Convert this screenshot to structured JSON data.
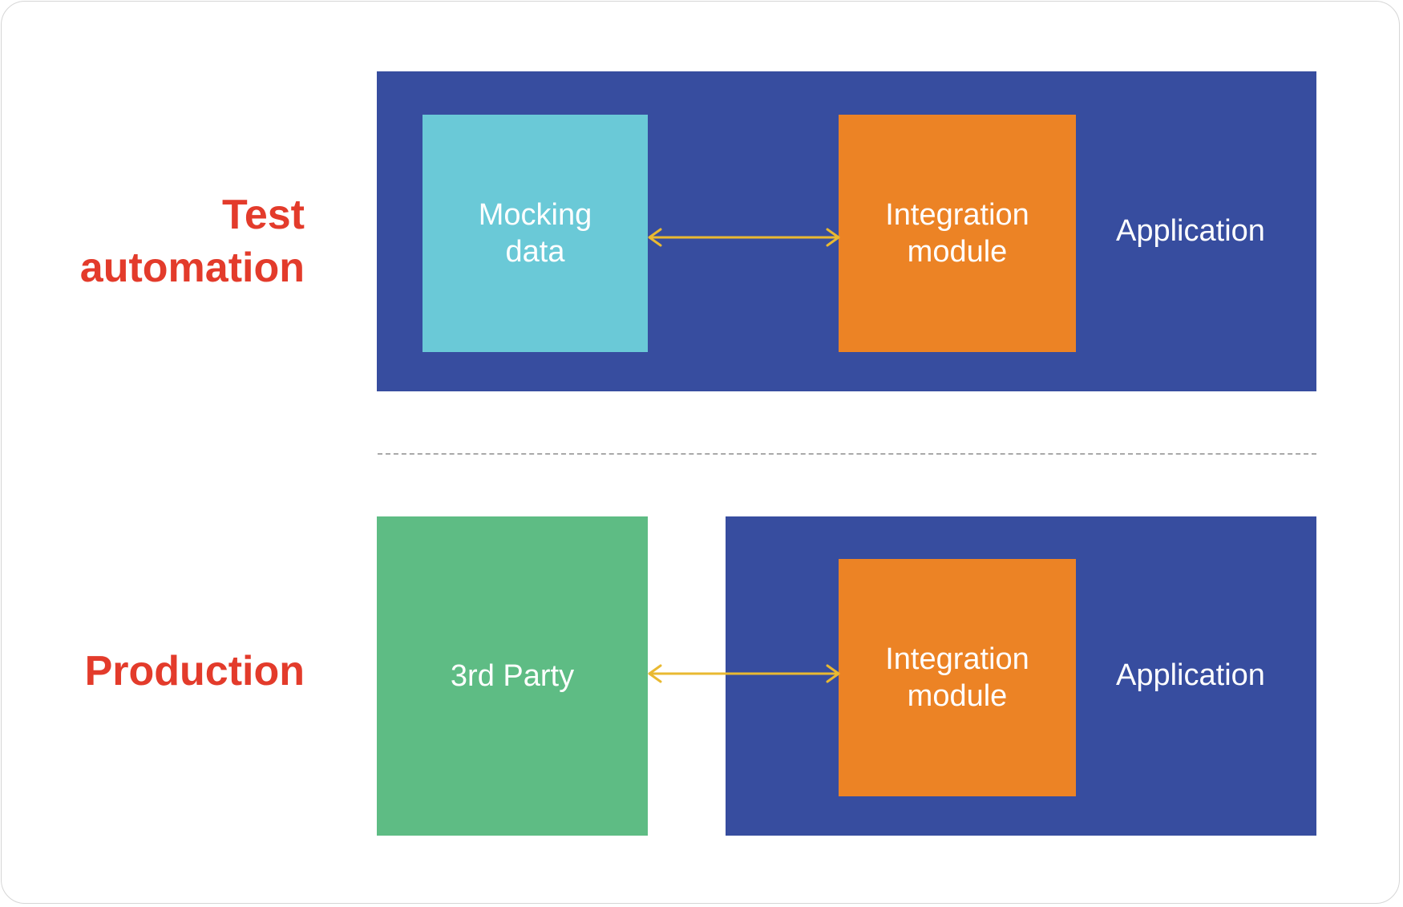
{
  "diagram": {
    "test_automation": {
      "label": "Test\nautomation",
      "mocking_box": "Mocking\ndata",
      "integration_box": "Integration\nmodule",
      "application_label": "Application"
    },
    "production": {
      "label": "Production",
      "third_party_box": "3rd Party",
      "integration_box": "Integration\nmodule",
      "application_label": "Application"
    },
    "colors": {
      "section_label": "#e33b2b",
      "application_panel": "#374d9f",
      "mocking_data": "#6ac9d7",
      "integration_module": "#ec8325",
      "third_party": "#5ebc84",
      "connector_arrow": "#e9b931",
      "divider": "#a9a9a9"
    }
  }
}
